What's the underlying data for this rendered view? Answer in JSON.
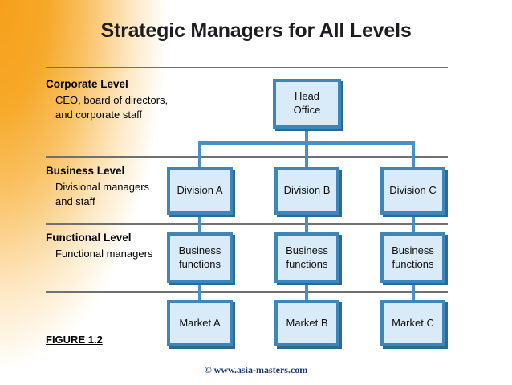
{
  "title": "Strategic Managers for All Levels",
  "levels": [
    {
      "heading": "Corporate Level",
      "desc": "CEO, board of directors,\nand corporate staff"
    },
    {
      "heading": "Business Level",
      "desc": "Divisional managers\nand staff"
    },
    {
      "heading": "Functional Level",
      "desc": "Functional managers"
    }
  ],
  "org": {
    "root": "Head\nOffice",
    "columns": [
      {
        "division": "Division A",
        "function": "Business\nfunctions",
        "market": "Market A"
      },
      {
        "division": "Division B",
        "function": "Business\nfunctions",
        "market": "Market B"
      },
      {
        "division": "Division C",
        "function": "Business\nfunctions",
        "market": "Market C"
      }
    ]
  },
  "figure_label": "FIGURE 1.2",
  "copyright": "© www.asia-masters.com",
  "colors": {
    "accent_orange": "#f5a01b",
    "box_fill": "#d9eaf8",
    "box_border": "#3e86ba",
    "box_shadow": "#2c6a90",
    "connector": "#4a90c8",
    "separator_line": "#707070",
    "title_text": "#1d1d21",
    "copyright_text": "#1a3a75"
  }
}
